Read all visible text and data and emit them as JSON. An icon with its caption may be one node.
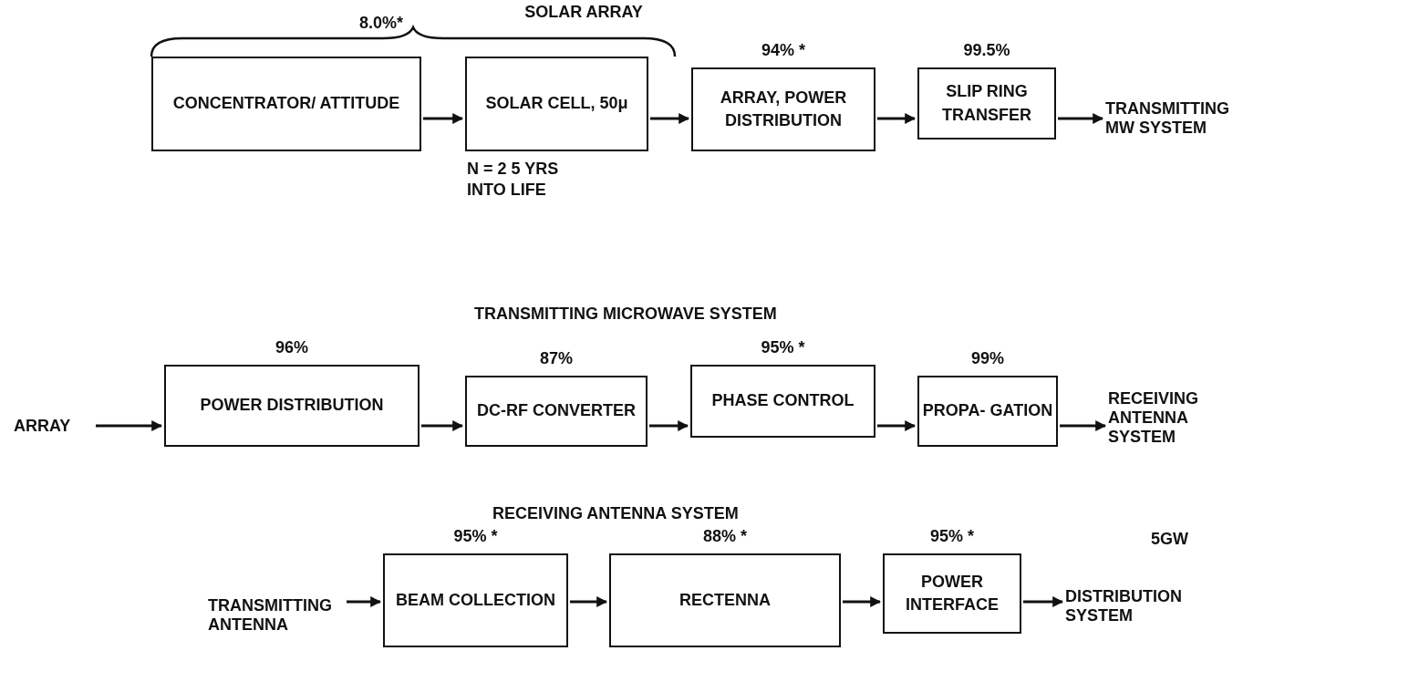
{
  "diagram": {
    "nodes": [
      {
        "text": [
          "CONCENTRATOR/ ATTITUDE"
        ]
      },
      {
        "text": [
          "SOLAR CELL, 50μ"
        ],
        "beside": [
          "N = 2 5 YRS INTO LIFE"
        ]
      },
      {
        "text": [
          "ARRAY, POWER DISTRIBUTION"
        ],
        "beside": [
          "94% *"
        ]
      },
      {
        "text": [
          "SLIP RING TRANSFER"
        ],
        "beside": [
          "99.5%"
        ]
      },
      {
        "text": [
          "TRANSMITTING MW SYSTEM"
        ]
      },
      {
        "text": [
          "ARRAY"
        ]
      },
      {
        "text": [
          "POWER DISTRIBUTION"
        ],
        "beside": [
          "96%"
        ]
      },
      {
        "text": [
          "DC-RF CONVERTER"
        ],
        "beside": [
          "87%"
        ]
      },
      {
        "text": [
          "PHASE CONTROL"
        ],
        "beside": [
          "95% *"
        ]
      },
      {
        "text": [
          "PROPA- GATION"
        ],
        "beside": [
          "99%"
        ]
      },
      {
        "text": [
          "RECEIVING ANTENNA SYSTEM"
        ]
      },
      {
        "text": [
          "TRANSMITTING ANTENNA"
        ]
      },
      {
        "text": [
          "BEAM COLLECTION"
        ],
        "beside": [
          "95% *"
        ]
      },
      {
        "text": [
          "RECTENNA"
        ],
        "beside": [
          "88% *"
        ]
      },
      {
        "text": [
          "POWER INTERFACE"
        ],
        "beside": [
          "95% *"
        ]
      },
      {
        "text": [
          "DISTRIBUTION SYSTEM"
        ]
      }
    ],
    "edges": [
      {
        "from": 0,
        "to": 1,
        "arrow": "to"
      },
      {
        "from": 1,
        "to": 2,
        "arrow": "to"
      },
      {
        "from": 2,
        "to": 3,
        "arrow": "to"
      },
      {
        "from": 3,
        "to": 4,
        "arrow": "to"
      },
      {
        "from": 5,
        "to": 6,
        "arrow": "to"
      },
      {
        "from": 6,
        "to": 7,
        "arrow": "to"
      },
      {
        "from": 7,
        "to": 8,
        "arrow": "to"
      },
      {
        "from": 8,
        "to": 9,
        "arrow": "to"
      },
      {
        "from": 9,
        "to": 10,
        "arrow": "to"
      },
      {
        "from": 11,
        "to": 12,
        "arrow": "to"
      },
      {
        "from": 12,
        "to": 13,
        "arrow": "to"
      },
      {
        "from": 13,
        "to": 14,
        "arrow": "to"
      },
      {
        "from": 14,
        "to": 15,
        "arrow": "to"
      }
    ],
    "labels": [
      "SOLAR ARRAY",
      "8.0%*",
      "TRANSMITTING MICROWAVE SYSTEM",
      "RECEIVING ANTENNA SYSTEM",
      "5GW"
    ]
  }
}
